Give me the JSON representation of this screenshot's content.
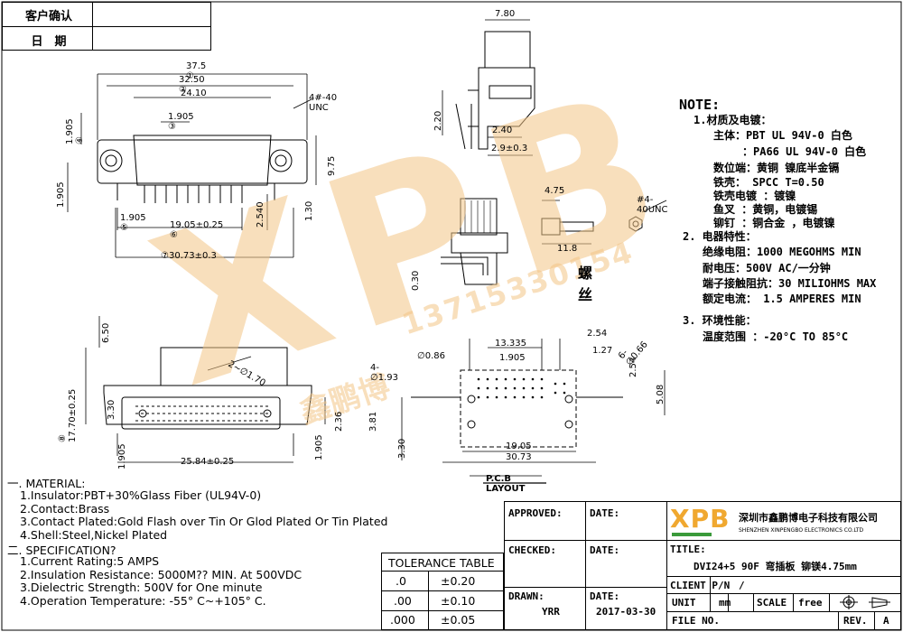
{
  "header": {
    "customer_confirm": "客户确认",
    "date": "日　期"
  },
  "watermark": {
    "logo": "XPB",
    "company": "鑫鹏博",
    "phone": "13715330154"
  },
  "dimensions": {
    "d375": "37.5 ①",
    "d3250": "32.50 ②",
    "d2410": "24.10",
    "d1905_3": "1.905 ③",
    "unc": "4#-40 UNC",
    "d1905_4": "1.905 ④",
    "d975": "9.75",
    "d1905_left": "1.905",
    "d1905_5": "1.905 ⑤",
    "d1905_6": "19.05±0.25 ⑥",
    "d2540": "2.540",
    "d130": "1.30",
    "d3073_7": "⑦30.73±0.3",
    "d780": "7.80",
    "d220": "2.20",
    "d240": "2.40",
    "d29": "2.9±0.3",
    "d475": "4.75",
    "unc2": "#4-40UNC",
    "d118": "11.8",
    "d030": "0.30",
    "screw": "螺丝",
    "d650": "6.50",
    "d1770": "⑧ 17.70±0.25",
    "r170": "2~∅1.70",
    "d330a": "3.30",
    "d236": "2.36",
    "d1905_b": "1.905",
    "d1905_c": "1.905",
    "d2584": "25.84±0.25",
    "d13335": "13.335",
    "d086": "∅0.86",
    "d193": "4-∅1.93",
    "d1905_pcb": "1.905",
    "d254a": "2.54",
    "d127": "1.27",
    "d066": "6-∅0.66",
    "d254b": "2.54",
    "d508": "5.08",
    "d381": "3.81",
    "d330b": "3.30",
    "d1905_pcb2": "19.05",
    "d3073_pcb": "30.73",
    "pcb_layout": "P.C.B　LAYOUT"
  },
  "notes": {
    "title": "NOTE:",
    "s1": "1.材质及电镀：",
    "main_body": "主体：PBT UL 94V-0 白色",
    "pa66": "：PA66 UL 94V-0 白色",
    "pin": "数位端：黄铜 镍底半金镉",
    "iron": "铁壳： SPCC T=0.50",
    "iron_plating": "铁壳电镀 ：镀镍",
    "fork": "鱼叉 ：黄铜，电镀锡",
    "rivet": "铆钉 ：铜合金 ，电镀镍",
    "s2": "2. 电器特性：",
    "insulation": "绝缘电阻：1000 MEGOHMS MIN",
    "withstand": "耐电压：500V AC/一分钟",
    "contact_res": "端子接触阻抗：30 MILIOHMS MAX",
    "rated_current": "额定电流： 1.5 AMPERES MIN",
    "s3": "3. 环境性能：",
    "temp": "温度范围 ：-20°C TO 85°C"
  },
  "material": {
    "heading": "一. MATERIAL:",
    "l1": "1.Insulator:PBT+30%Glass Fiber (UL94V-0)",
    "l2": "2.Contact:Brass",
    "l3": "3.Contact Plated:Gold Flash over Tin Or Glod Plated Or Tin Plated",
    "l4": "4.Shell:Steel,Nickel Plated",
    "spec_heading": "二. SPECIFICATION?",
    "s1": "1.Current Rating:5 AMPS",
    "s2": "2.Insulation Resistance: 5000M?? MIN. At 500VDC",
    "s3": "3.Dielectric Strength: 500V for One minute",
    "s4": "4.Operation Temperature: -55° C~+105° C."
  },
  "tolerance": {
    "title": "TOLERANCE TABLE",
    "rows": [
      {
        "k": ".0",
        "v": "±0.20"
      },
      {
        "k": ".00",
        "v": "±0.10"
      },
      {
        "k": ".000",
        "v": "±0.05"
      }
    ]
  },
  "titleblock": {
    "approved": "APPROVED:",
    "date1": "DATE:",
    "checked": "CHECKED:",
    "date2": "DATE:",
    "drawn": "DRAWN:",
    "drawn_by": "YRR",
    "date3": "DATE:",
    "drawn_date": "2017-03-30",
    "logo": "XPB",
    "company_cn": "深圳市鑫鹏博电子科技有限公司",
    "company_en": "SHENZHEN XINPENGBO ELECTRONICS CO.LTD",
    "title_label": "TITLE:",
    "title_value": "DVI24+5 90F 弯插板 铆镁4.75mm",
    "client_label": "CLIENT P/N",
    "client_value": "/",
    "unit_label": "UNIT",
    "unit_value": "mm",
    "scale_label": "SCALE",
    "scale_value": "free",
    "file_label": "FILE NO.",
    "rev_label": "REV.",
    "rev_value": "A"
  }
}
